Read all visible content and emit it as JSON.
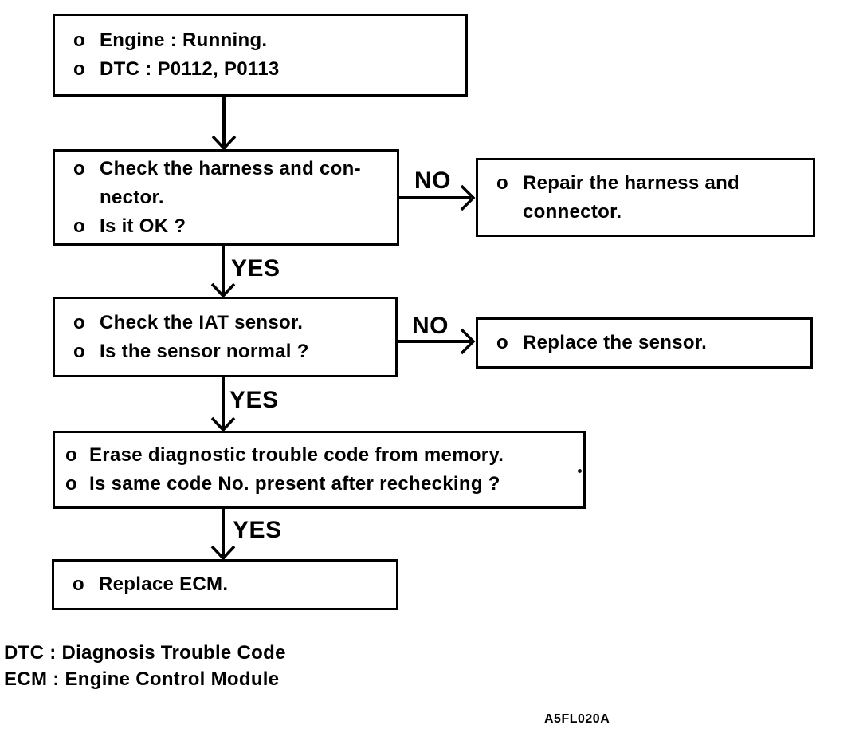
{
  "flowchart": {
    "bullet": "o",
    "boxes": {
      "start": {
        "items": [
          "Engine : Running.",
          "DTC : P0112, P0113"
        ]
      },
      "check_harness": {
        "items": [
          "Check the harness and con-\nnector.",
          "Is it OK ?"
        ]
      },
      "repair_harness": {
        "items": [
          "Repair the harness and\nconnector."
        ]
      },
      "check_iat_sensor": {
        "items": [
          "Check the IAT sensor.",
          "Is the sensor normal ?"
        ]
      },
      "replace_sensor": {
        "items": [
          "Replace the sensor."
        ]
      },
      "erase_code": {
        "items": [
          "Erase diagnostic trouble code from memory.",
          "Is same code No. present after rechecking ?"
        ]
      },
      "replace_ecm": {
        "items": [
          "Replace ECM."
        ]
      }
    },
    "labels": {
      "yes": "YES",
      "no": "NO"
    }
  },
  "legend": {
    "lines": [
      "DTC : Diagnosis Trouble Code",
      "ECM : Engine Control Module"
    ]
  },
  "figure_code": "A5FL020A",
  "colors": {
    "ink": "#000000",
    "background": "#ffffff"
  }
}
